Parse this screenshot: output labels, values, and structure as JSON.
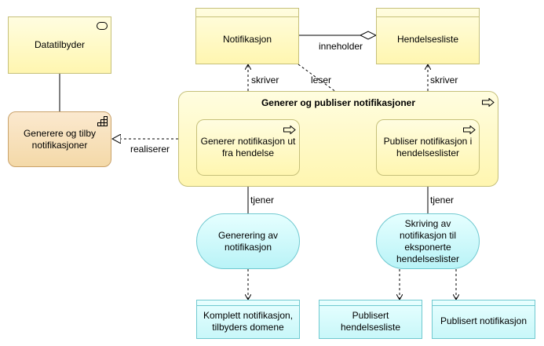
{
  "nodes": {
    "datatilbyder": "Datatilbyder",
    "notifikasjon": "Notifikasjon",
    "hendelsesliste": "Hendelsesliste",
    "generere_tilby": "Generere og tilby notifikasjoner",
    "group_title": "Generer og publiser notifikasjoner",
    "generer_notifikasjon": "Generer notifikasjon ut fra hendelse",
    "publiser_notifikasjon": "Publiser notifikasjon i hendelseslister",
    "generering": "Generering av notifikasjon",
    "skriving": "Skriving av notifikasjon til eksponerte hendelseslister",
    "komplett": "Komplett notifikasjon, tilbyders domene",
    "publisert_liste": "Publisert hendelsesliste",
    "publisert_notifikasjon": "Publisert notifikasjon"
  },
  "edges": {
    "inneholder": "inneholder",
    "skriver_left": "skriver",
    "leser": "leser",
    "skriver_right": "skriver",
    "realiserer": "realiserer",
    "tjener_left": "tjener",
    "tjener_right": "tjener"
  },
  "icons": {
    "actor": "actor-icon",
    "service": "business-service-icon",
    "process": "process-arrow-icon"
  }
}
